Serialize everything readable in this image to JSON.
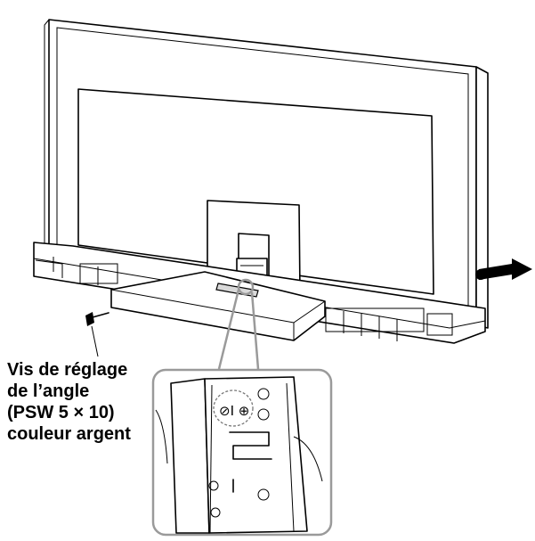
{
  "callout": {
    "line1": "Vis de réglage",
    "line2": "de l’angle",
    "line3": "(PSW 5 × 10)",
    "line4": "couleur argent"
  },
  "detail": {
    "mark_glyph": "⊘I ⊕"
  },
  "colors": {
    "outline": "#000000",
    "callout_stroke": "#9a9a9a",
    "fill_gray": "#d9d9d9",
    "background": "#ffffff"
  },
  "icons": {
    "direction_arrow": "arrow-right-icon",
    "screw": "screw-icon"
  }
}
